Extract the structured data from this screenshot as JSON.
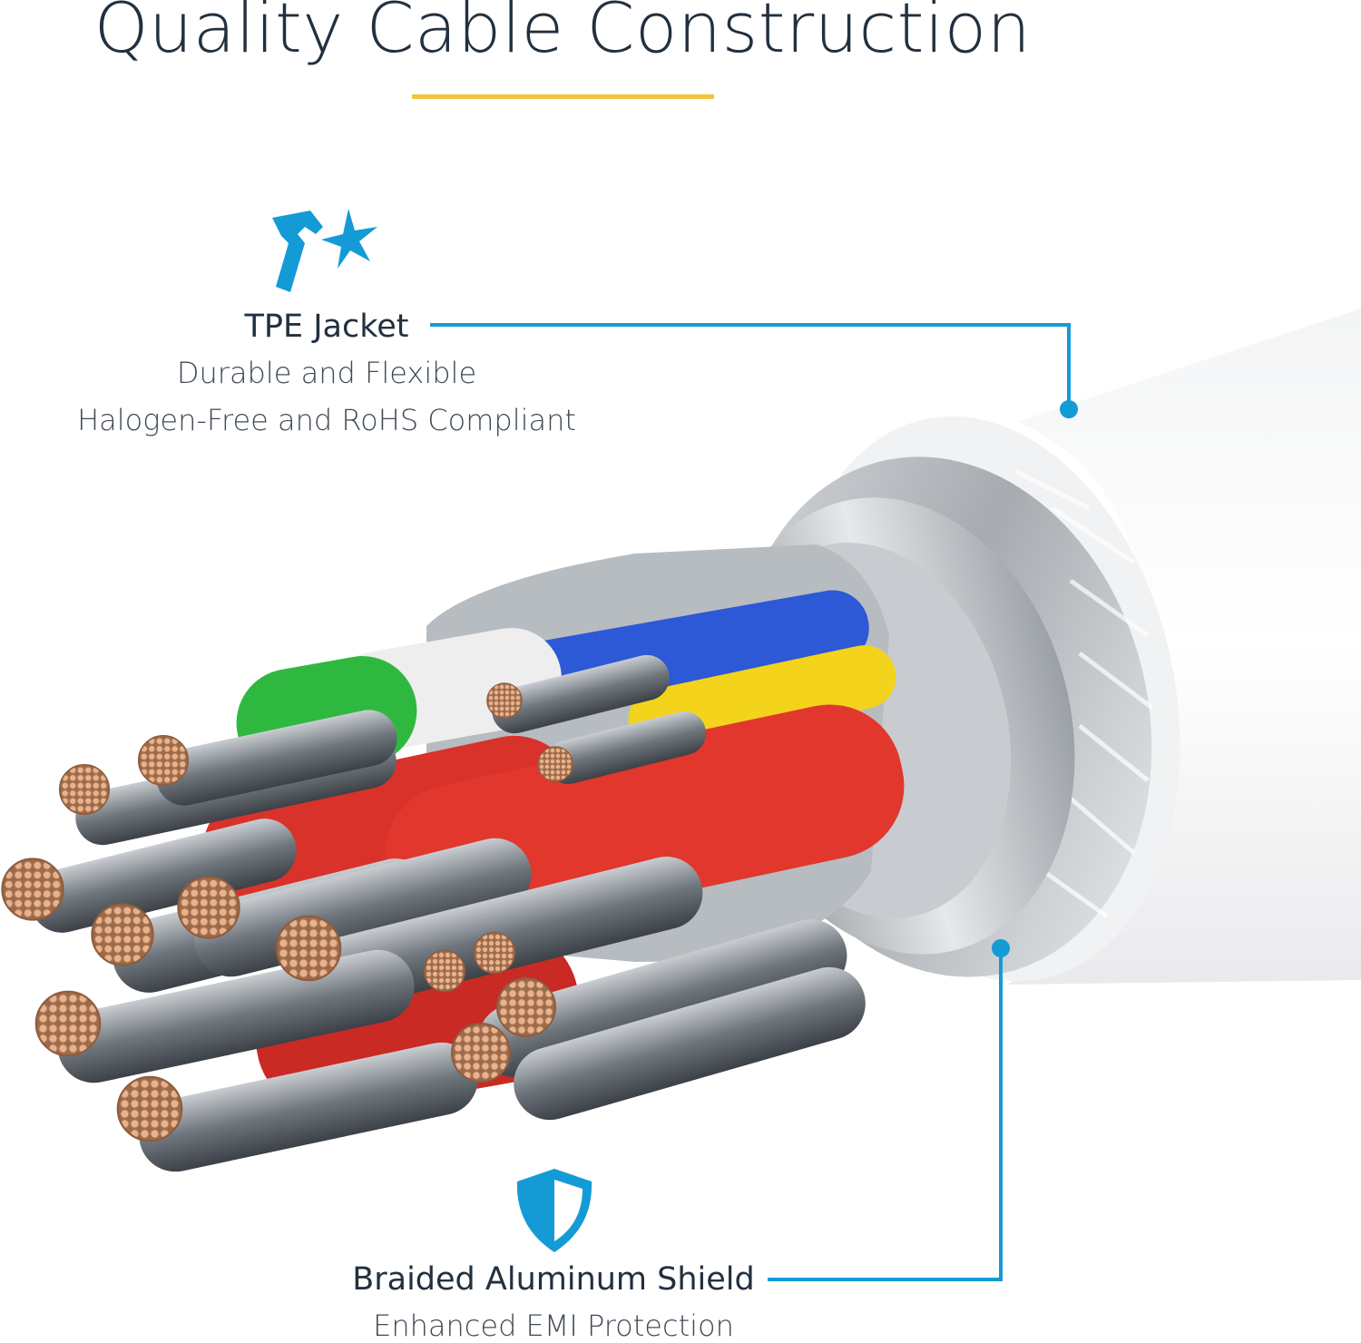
{
  "title": "Quality Cable Construction",
  "colors": {
    "accent_blue": "#149bd6",
    "underline_gold": "#f0c43a",
    "heading_text": "#22303f",
    "body_text": "#3f4a55"
  },
  "features": [
    {
      "icon": "hammer-star-icon",
      "title": "TPE Jacket",
      "lines": [
        "Durable and Flexible",
        "Halogen-Free and RoHS Compliant"
      ]
    },
    {
      "icon": "shield-icon",
      "title": "Braided Aluminum Shield",
      "lines": [
        "Enhanced EMI Protection"
      ]
    }
  ]
}
